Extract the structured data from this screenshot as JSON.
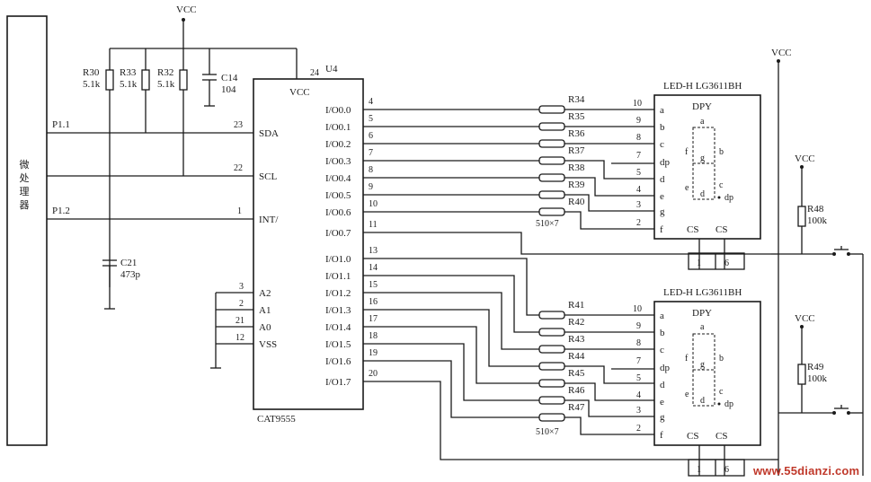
{
  "mcu": {
    "chars": [
      "微",
      "处",
      "理",
      "器"
    ]
  },
  "vcc": "VCC",
  "pullups": [
    {
      "ref": "R30",
      "val": "5.1k"
    },
    {
      "ref": "R33",
      "val": "5.1k"
    },
    {
      "ref": "R32",
      "val": "5.1k"
    }
  ],
  "c14": {
    "ref": "C14",
    "val": "104"
  },
  "c21": {
    "ref": "C21",
    "val": "473p"
  },
  "nets": {
    "p11": "P1.1",
    "p12": "P1.2"
  },
  "u4": {
    "ref": "U4",
    "part": "CAT9555",
    "vcc_label": "VCC",
    "vcc_pin": "24",
    "left_pins": [
      {
        "name": "SDA",
        "num": "23"
      },
      {
        "name": "SCL",
        "num": "22"
      },
      {
        "name": "INT/",
        "num": "1"
      },
      {
        "name": "A2",
        "num": "3"
      },
      {
        "name": "A1",
        "num": "2"
      },
      {
        "name": "A0",
        "num": "21"
      },
      {
        "name": "VSS",
        "num": "12"
      }
    ],
    "right_pins": [
      {
        "name": "I/O0.0",
        "num": "4"
      },
      {
        "name": "I/O0.1",
        "num": "5"
      },
      {
        "name": "I/O0.2",
        "num": "6"
      },
      {
        "name": "I/O0.3",
        "num": "7"
      },
      {
        "name": "I/O0.4",
        "num": "8"
      },
      {
        "name": "I/O0.5",
        "num": "9"
      },
      {
        "name": "I/O0.6",
        "num": "10"
      },
      {
        "name": "I/O0.7",
        "num": "11"
      },
      {
        "name": "I/O1.0",
        "num": "13"
      },
      {
        "name": "I/O1.1",
        "num": "14"
      },
      {
        "name": "I/O1.2",
        "num": "15"
      },
      {
        "name": "I/O1.3",
        "num": "16"
      },
      {
        "name": "I/O1.4",
        "num": "17"
      },
      {
        "name": "I/O1.5",
        "num": "18"
      },
      {
        "name": "I/O1.6",
        "num": "19"
      },
      {
        "name": "I/O1.7",
        "num": "20"
      }
    ]
  },
  "res_top": [
    "R34",
    "R35",
    "R36",
    "R37",
    "R38",
    "R39",
    "R40"
  ],
  "res_bot": [
    "R41",
    "R42",
    "R43",
    "R44",
    "R45",
    "R46",
    "R47"
  ],
  "res_array": "510×7",
  "displays": [
    {
      "title": "LED-H LG3611BH",
      "dpy": "DPY"
    },
    {
      "title": "LED-H LG3611BH",
      "dpy": "DPY"
    }
  ],
  "disp_pins": [
    {
      "name": "a",
      "num": "10"
    },
    {
      "name": "b",
      "num": "9"
    },
    {
      "name": "c",
      "num": "8"
    },
    {
      "name": "dp",
      "num": "7"
    },
    {
      "name": "d",
      "num": "5"
    },
    {
      "name": "e",
      "num": "4"
    },
    {
      "name": "g",
      "num": "3"
    },
    {
      "name": "f",
      "num": "2"
    }
  ],
  "seg_labels": {
    "a": "a",
    "b": "b",
    "c": "c",
    "d": "d",
    "e": "e",
    "f": "f",
    "g": "g",
    "dp": "dp"
  },
  "cs": {
    "label": "CS",
    "pin_left": "1",
    "pin_right": "6"
  },
  "r48": {
    "ref": "R48",
    "val": "100k"
  },
  "r49": {
    "ref": "R49",
    "val": "100k"
  },
  "watermark": "www.55dianzi.com"
}
